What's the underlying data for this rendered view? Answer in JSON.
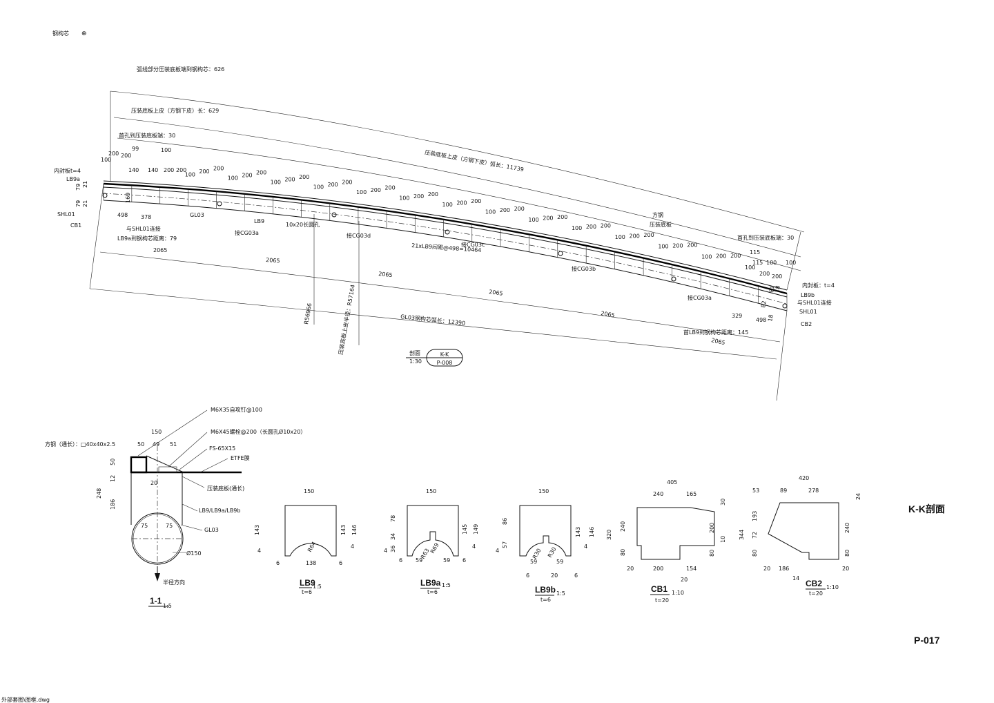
{
  "header": {
    "note": "钢构芯",
    "symbol": "⊕"
  },
  "footer": {
    "file_path": "外部套图\\图框.dwg"
  },
  "sheet_title": "K-K剖面",
  "sheet_number": "P-017",
  "main_section": {
    "dims_top": {
      "arc_part_to_core": "弧线部分压装底板端到钢构芯：626",
      "plate_top_length": "压装底板上皮（方钢下皮）长：629",
      "first_hole_left": "首孔到压装底板端：30",
      "plate_arc_length": "压装底板上皮（方钢下皮）弧长：11739",
      "first_hole_right": "首孔到压装底板端：30"
    },
    "left_labels": {
      "inner_seal": "内封板t=4",
      "lb9a": "LB9a",
      "shl01": "SHL01",
      "cb1": "CB1",
      "connect_shl01": "与SHL01连接",
      "lb9a_core_dist": "LB9a到钢构芯距离：79"
    },
    "right_labels": {
      "square_steel": "方钢",
      "press_plate": "压装底板",
      "inner_seal": "内封板：t=4",
      "lb9b": "LB9b",
      "connect_shl01": "与SHL01连接",
      "shl01": "SHL01",
      "cb2": "CB2",
      "first_lb9_core": "首LB9到钢构芯距离：145"
    },
    "mid_labels": {
      "gl03": "GL03",
      "lb9": "LB9",
      "slot": "10x20长圆孔",
      "cg03a_left": "接CG03a",
      "cg03d": "接CG03d",
      "cg03c": "接CG03c",
      "cg03b": "接CG03b",
      "cg03a_right": "接CG03a",
      "lb9_spacing": "21xLB9间距@498=10464",
      "r_inner": "R56966",
      "r_plate": "压装底板上皮半径：R57164",
      "gl03_arc": "GL03钢构芯弧长：12390"
    },
    "seg_dims": [
      "2065",
      "2065",
      "2065",
      "2065",
      "2065",
      "2065"
    ],
    "small_dims_left": [
      "79",
      "21",
      "79",
      "21",
      "169",
      "498",
      "378"
    ],
    "small_dims_right": [
      "329",
      "498",
      "81",
      "18",
      "82",
      "18"
    ],
    "top_edge_dims_left": [
      "100",
      "200",
      "200",
      "99",
      "100",
      "140",
      "140",
      "200",
      "200"
    ],
    "top_edge_dims_right": [
      "115",
      "115",
      "100",
      "100",
      "200",
      "200"
    ],
    "repeat_dims": [
      "100",
      "200",
      "200",
      "100",
      "200",
      "200"
    ],
    "section_mark": {
      "label": "剖面",
      "scale": "1:30",
      "id": "K-K",
      "ref": "P-008"
    }
  },
  "section_1_1": {
    "title": "1-1",
    "scale": "1:5",
    "labels": {
      "screw": "M6X35自攻钉@100",
      "bolt": "M6X45螺栓@200（长圆孔Ø10x20）",
      "fs": "FS-65X15",
      "etfe": "ETFE膜",
      "square": "方钢（通长）：□40x40x2.5",
      "plate": "压装底板(通长)",
      "lb": "LB9/LB9a/LB9b",
      "gl03": "GL03",
      "dia": "Ø150",
      "radial": "半径方向"
    },
    "dims": [
      "150",
      "50",
      "49",
      "51",
      "50",
      "12",
      "248",
      "186",
      "20",
      "75",
      "75"
    ]
  },
  "details": [
    {
      "name": "LB9",
      "scale": "1:5",
      "t": "t=6",
      "dims": [
        "150",
        "143",
        "143",
        "146",
        "4",
        "4",
        "6",
        "138",
        "6",
        "R64"
      ]
    },
    {
      "name": "LB9a",
      "scale": "1:5",
      "t": "t=6",
      "dims": [
        "150",
        "78",
        "34",
        "36",
        "145",
        "149",
        "4",
        "4",
        "6",
        "59",
        "59",
        "6",
        "R63",
        "R69"
      ]
    },
    {
      "name": "LB9b",
      "scale": "1:5",
      "t": "t=6",
      "dims": [
        "150",
        "86",
        "57",
        "143",
        "146",
        "4",
        "4",
        "6",
        "59",
        "20",
        "59",
        "6",
        "R30",
        "R30"
      ]
    },
    {
      "name": "CB1",
      "scale": "1:10",
      "t": "t=20",
      "dims": [
        "405",
        "240",
        "165",
        "30",
        "320",
        "240",
        "80",
        "200",
        "10",
        "80",
        "20",
        "200",
        "154",
        "20"
      ]
    },
    {
      "name": "CB2",
      "scale": "1:10",
      "t": "t=20",
      "dims": [
        "420",
        "53",
        "89",
        "278",
        "24",
        "344",
        "193",
        "72",
        "80",
        "240",
        "80",
        "20",
        "186",
        "14",
        "20"
      ]
    }
  ]
}
